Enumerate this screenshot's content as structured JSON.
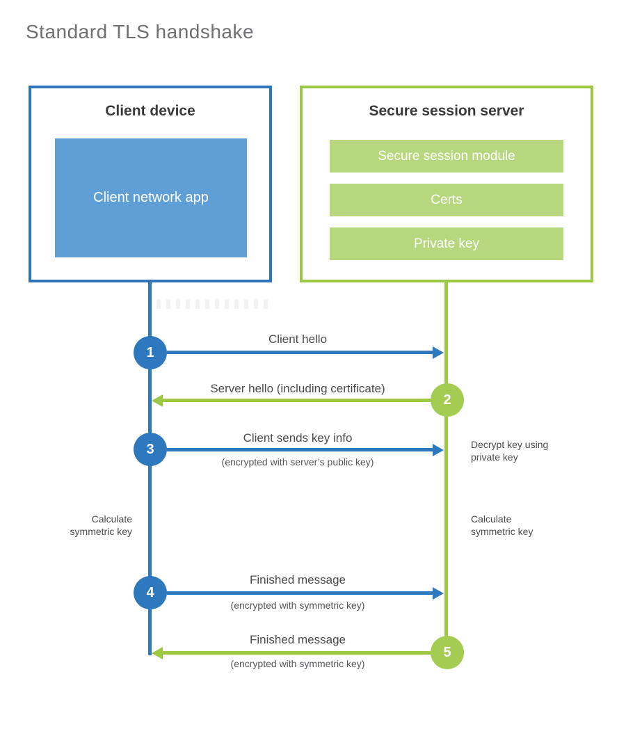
{
  "page": {
    "title": "Standard TLS handshake"
  },
  "client": {
    "title": "Client device",
    "app": "Client network app"
  },
  "server": {
    "title": "Secure session server",
    "modules": [
      "Secure session module",
      "Certs",
      "Private key"
    ]
  },
  "steps": [
    {
      "num": "1",
      "direction": "client-to-server",
      "label": "Client hello",
      "sub": ""
    },
    {
      "num": "2",
      "direction": "server-to-client",
      "label": "Server hello (including certificate)",
      "sub": ""
    },
    {
      "num": "3",
      "direction": "client-to-server",
      "label": "Client sends key info",
      "sub": "(encrypted with server’s public key)"
    },
    {
      "num": "4",
      "direction": "client-to-server",
      "label": "Finished message",
      "sub": "(encrypted with symmetric key)"
    },
    {
      "num": "5",
      "direction": "server-to-client",
      "label": "Finished message",
      "sub": "(encrypted with symmetric key)"
    }
  ],
  "notes": {
    "decrypt_key": "Decrypt key using private key",
    "calculate_left": "Calculate symmetric key",
    "calculate_right": "Calculate symmetric key"
  },
  "colors": {
    "client_blue": "#2e78bd",
    "client_blue_fill": "#5f9fd6",
    "server_green": "#9cc843",
    "server_green_circle": "#a4cc52",
    "server_green_fill": "#b6d77d",
    "heading_text": "#3a3a3c",
    "title_text": "#6e6f72",
    "label_text": "#4a4b4d"
  }
}
